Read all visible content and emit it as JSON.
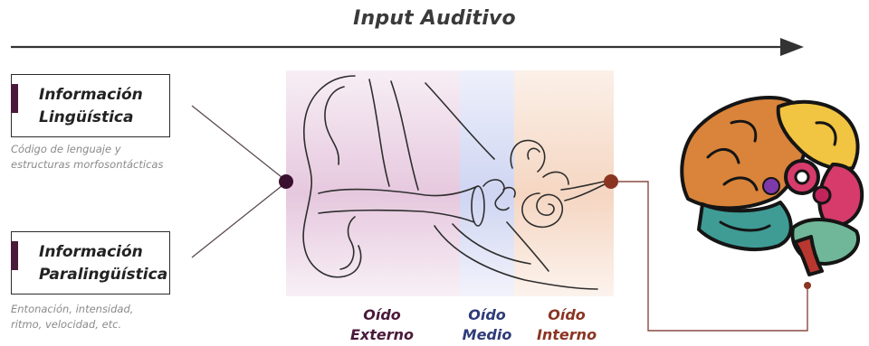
{
  "title": "Input Auditivo",
  "boxes": {
    "linguistica": {
      "line1": "Información",
      "line2": "Lingüística"
    },
    "paralinguistica": {
      "line1": "Información",
      "line2": "Paralingüística"
    }
  },
  "captions": {
    "linguistica": {
      "line1": "Código de lenguaje y",
      "line2": "estructuras morfosontácticas"
    },
    "paralinguistica": {
      "line1": "Entonación, intensidad,",
      "line2": "ritmo, velocidad, etc."
    }
  },
  "regions": {
    "externo": {
      "line1": "Oído",
      "line2": "Externo",
      "color": "#4a1a3a"
    },
    "medio": {
      "line1": "Oído",
      "line2": "Medio",
      "color": "#2f3b78"
    },
    "interno": {
      "line1": "Oído",
      "line2": "Interno",
      "color": "#8a3522"
    }
  },
  "colors": {
    "arrow": "#333333",
    "input_node": "#3a1030",
    "output_node": "#8a3522",
    "connector": "#8a4a42"
  },
  "icons": [
    "ear-anatomy-illustration",
    "brain-illustration"
  ]
}
